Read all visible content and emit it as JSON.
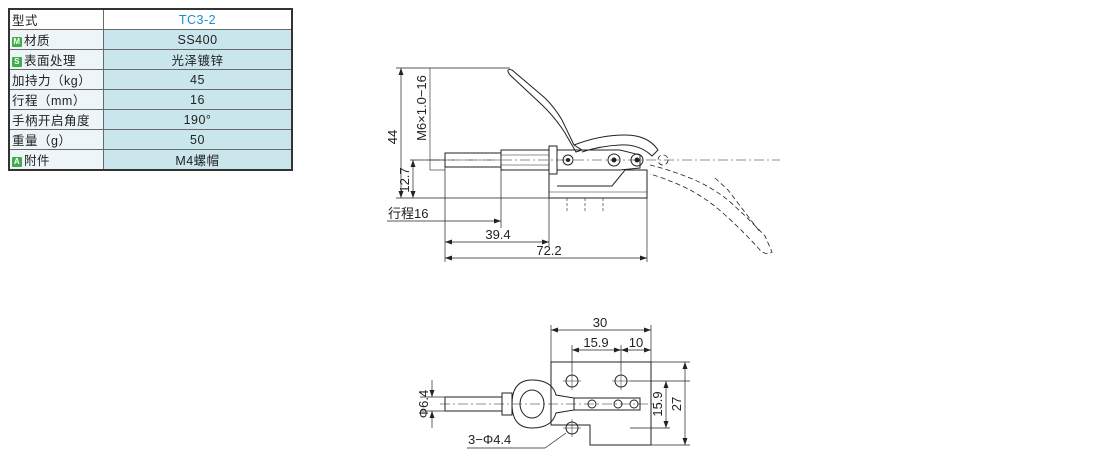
{
  "spec_table": {
    "model_label": "型式",
    "model_value": "TC3-2",
    "rows": [
      {
        "badge": "M",
        "label": "材质",
        "value": "SS400"
      },
      {
        "badge": "S",
        "label": "表面处理",
        "value": "光泽镀锌"
      },
      {
        "badge": "",
        "label": "加持力（kg）",
        "value": "45"
      },
      {
        "badge": "",
        "label": "行程（mm）",
        "value": "16"
      },
      {
        "badge": "",
        "label": "手柄开启角度",
        "value": "190°"
      },
      {
        "badge": "",
        "label": "重量（g）",
        "value": "50"
      },
      {
        "badge": "A",
        "label": "附件",
        "value": "M4螺帽"
      }
    ]
  },
  "side_view": {
    "dim_total_height": "44",
    "dim_thread": "M6×1.0−16",
    "dim_axis_height": "12.7",
    "dim_stroke": "行程16",
    "dim_39": "39.4",
    "dim_72": "72.2"
  },
  "top_view": {
    "dim_30": "30",
    "dim_15_9_top": "15.9",
    "dim_10": "10",
    "dim_15_9_side": "15.9",
    "dim_27": "27",
    "dim_phi64": "Φ6.4",
    "dim_holes": "3−Φ4.4"
  }
}
